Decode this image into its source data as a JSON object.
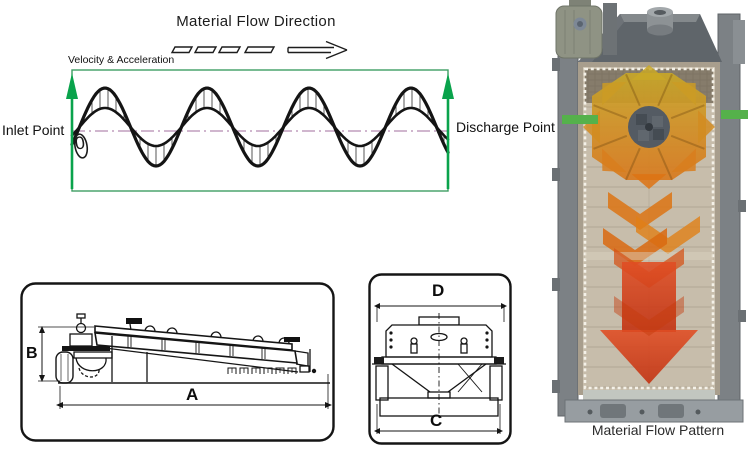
{
  "wave_diagram": {
    "title": "Material Flow Direction",
    "axis_label": "Velocity & Acceleration",
    "inlet_label": "Inlet Point",
    "discharge_label": "Discharge Point",
    "origin_label": "0",
    "colors": {
      "frame_green": "#3f9e63",
      "arrow_green": "#0aa34c",
      "centerline_purple": "#b48ab0",
      "wave_black": "#141414"
    }
  },
  "dimension_panels": {
    "side_view": {
      "length_label": "A",
      "height_label": "B"
    },
    "end_view": {
      "top_width_label": "D",
      "base_width_label": "C"
    }
  },
  "flow_pattern_photo": {
    "caption": "Material Flow Pattern",
    "marker_green": "#55b14b",
    "heat_colors": {
      "inlet_yellow": "#c9a827",
      "mid_orange": "#dd7313",
      "outlet_red": "#d64532"
    }
  }
}
